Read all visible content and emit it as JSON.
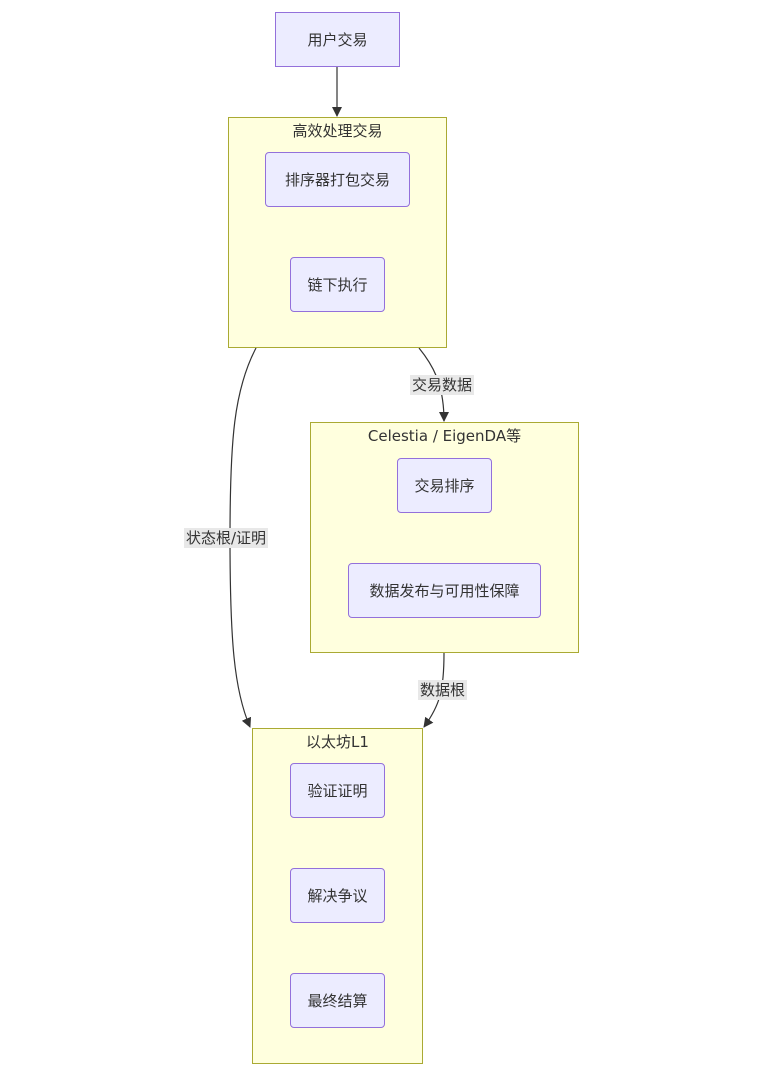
{
  "start_node": {
    "label": "用户交易"
  },
  "clusters": {
    "processing": {
      "title": "高效处理交易",
      "nodes": [
        {
          "label": "排序器打包交易"
        },
        {
          "label": "链下执行"
        }
      ]
    },
    "da_layer": {
      "title": "Celestia / EigenDA等",
      "nodes": [
        {
          "label": "交易排序"
        },
        {
          "label": "数据发布与可用性保障"
        }
      ]
    },
    "ethereum": {
      "title": "以太坊L1",
      "nodes": [
        {
          "label": "验证证明"
        },
        {
          "label": "解决争议"
        },
        {
          "label": "最终结算"
        }
      ]
    }
  },
  "edges": {
    "tx_data": {
      "label": "交易数据"
    },
    "state_root": {
      "label": "状态根/证明"
    },
    "data_root": {
      "label": "数据根"
    }
  },
  "colors": {
    "node_fill": "#ececff",
    "node_border": "#9370db",
    "cluster_fill": "#ffffde",
    "cluster_border": "#aaaa33",
    "edge": "#333333",
    "edge_label_bg": "#e8e8e8"
  }
}
